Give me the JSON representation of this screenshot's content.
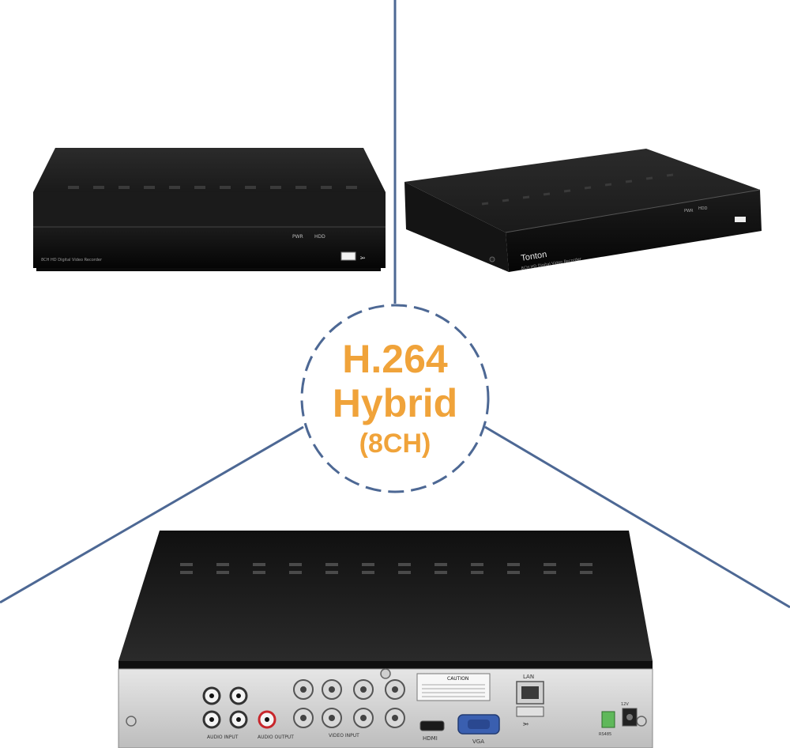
{
  "badge": {
    "line1": "H.264",
    "line2": "Hybrid",
    "line3": "(8CH)",
    "color": "#f0a33a",
    "ring_color": "#4d6894"
  },
  "divider_color": "#4d6894",
  "dvr_front": {
    "model_label": "8CH HD Digital Video Recorder",
    "led_pwr": "PWR",
    "led_hdd": "HDD"
  },
  "dvr_angled": {
    "brand": "Tonton",
    "model_label": "8CH HD Digital Video Recorder",
    "led_pwr": "PWR",
    "led_hdd": "HDD"
  },
  "dvr_back": {
    "audio_input_label": "AUDIO\nINPUT",
    "audio_output_label": "AUDIO\nOUTPUT",
    "video_input_label": "VIDEO INPUT",
    "hdmi_label": "HDMI",
    "vga_label": "VGA",
    "lan_label": "LAN",
    "caution_label": "CAUTION",
    "rs485_label": "RS485",
    "power_label": "12V"
  }
}
